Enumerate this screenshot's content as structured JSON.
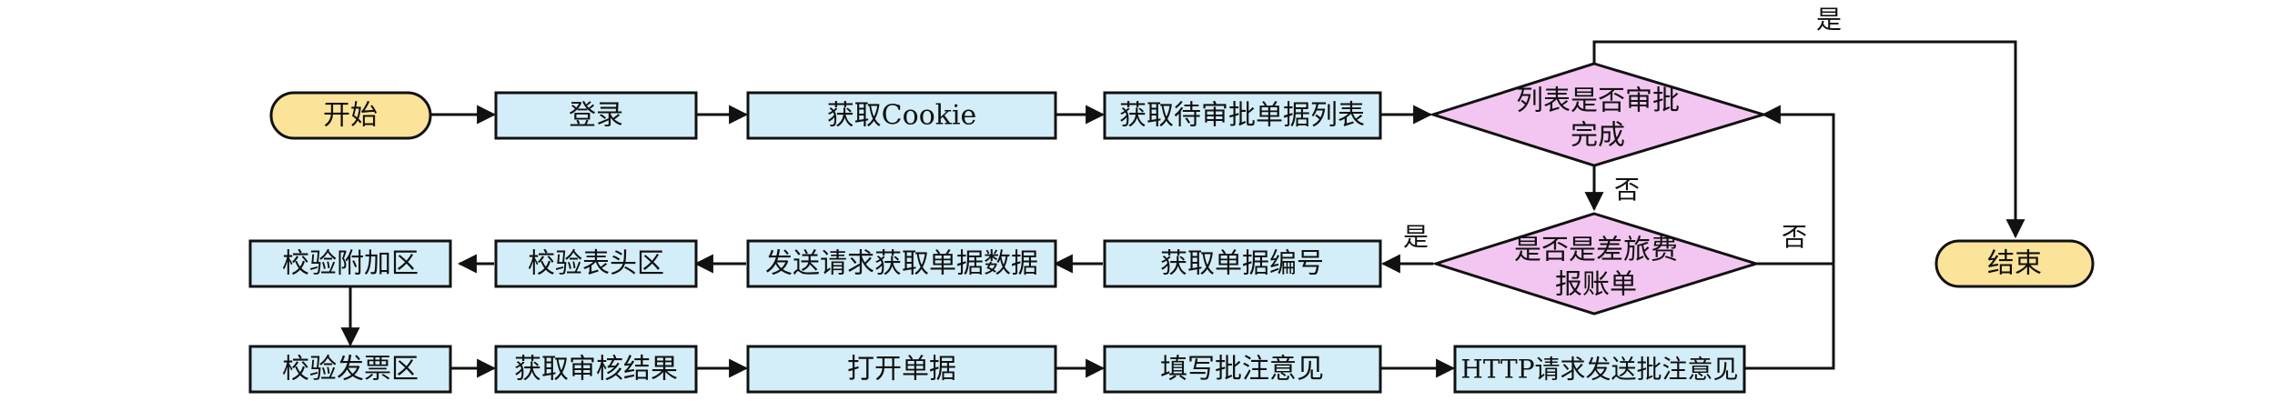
{
  "nodes": {
    "start": "开始",
    "login": "登录",
    "get_cookie": "获取Cookie",
    "get_list": "获取待审批单据列表",
    "check_done_line1": "列表是否审批",
    "check_done_line2": "完成",
    "end": "结束",
    "is_travel_line1": "是否是差旅费",
    "is_travel_line2": "报账单",
    "get_number": "获取单据编号",
    "send_request": "发送请求获取单据数据",
    "check_header": "校验表头区",
    "check_attach": "校验附加区",
    "check_invoice": "校验发票区",
    "get_result": "获取审核结果",
    "open_doc": "打开单据",
    "fill_opinion": "填写批注意见",
    "http_send": "HTTP请求发送批注意见"
  },
  "edge_labels": {
    "done_yes": "是",
    "done_no": "否",
    "travel_yes": "是",
    "travel_no": "否"
  },
  "colors": {
    "process_fill": "#d3eef8",
    "terminal_fill": "#fbe39a",
    "decision_fill": "#f3c6f1",
    "stroke": "#111111"
  }
}
